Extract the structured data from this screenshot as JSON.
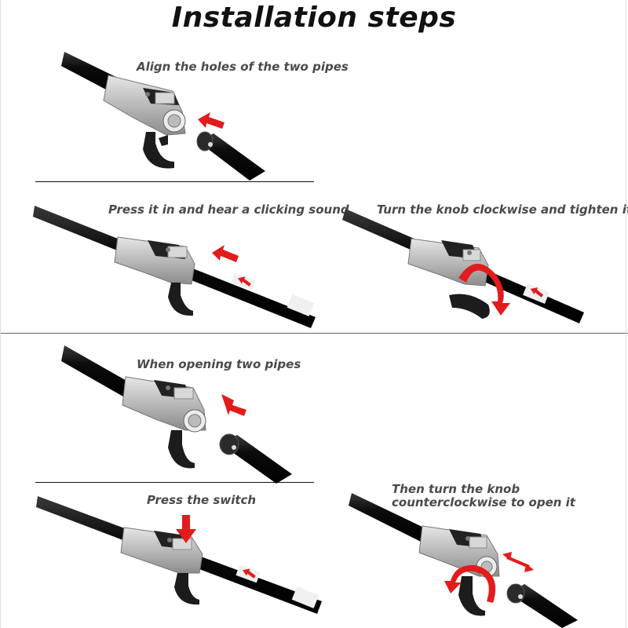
{
  "title": "Installation steps",
  "steps": [
    {
      "caption": "Align the holes of the two pipes"
    },
    {
      "caption": "Press it in and hear a clicking sound"
    },
    {
      "caption": "Turn the knob clockwise and tighten it"
    },
    {
      "caption": "When opening two pipes"
    },
    {
      "caption": "Press the switch"
    },
    {
      "caption": "Then turn the knob counterclockwise to open it"
    }
  ],
  "colors": {
    "pipe": "#0c0c0c",
    "coupler": "#b9b9b9",
    "coupler_dark": "#8c8c8c",
    "knob": "#1c1c1c",
    "arrow": "#e21c1c",
    "caption": "#4a4a4a"
  }
}
